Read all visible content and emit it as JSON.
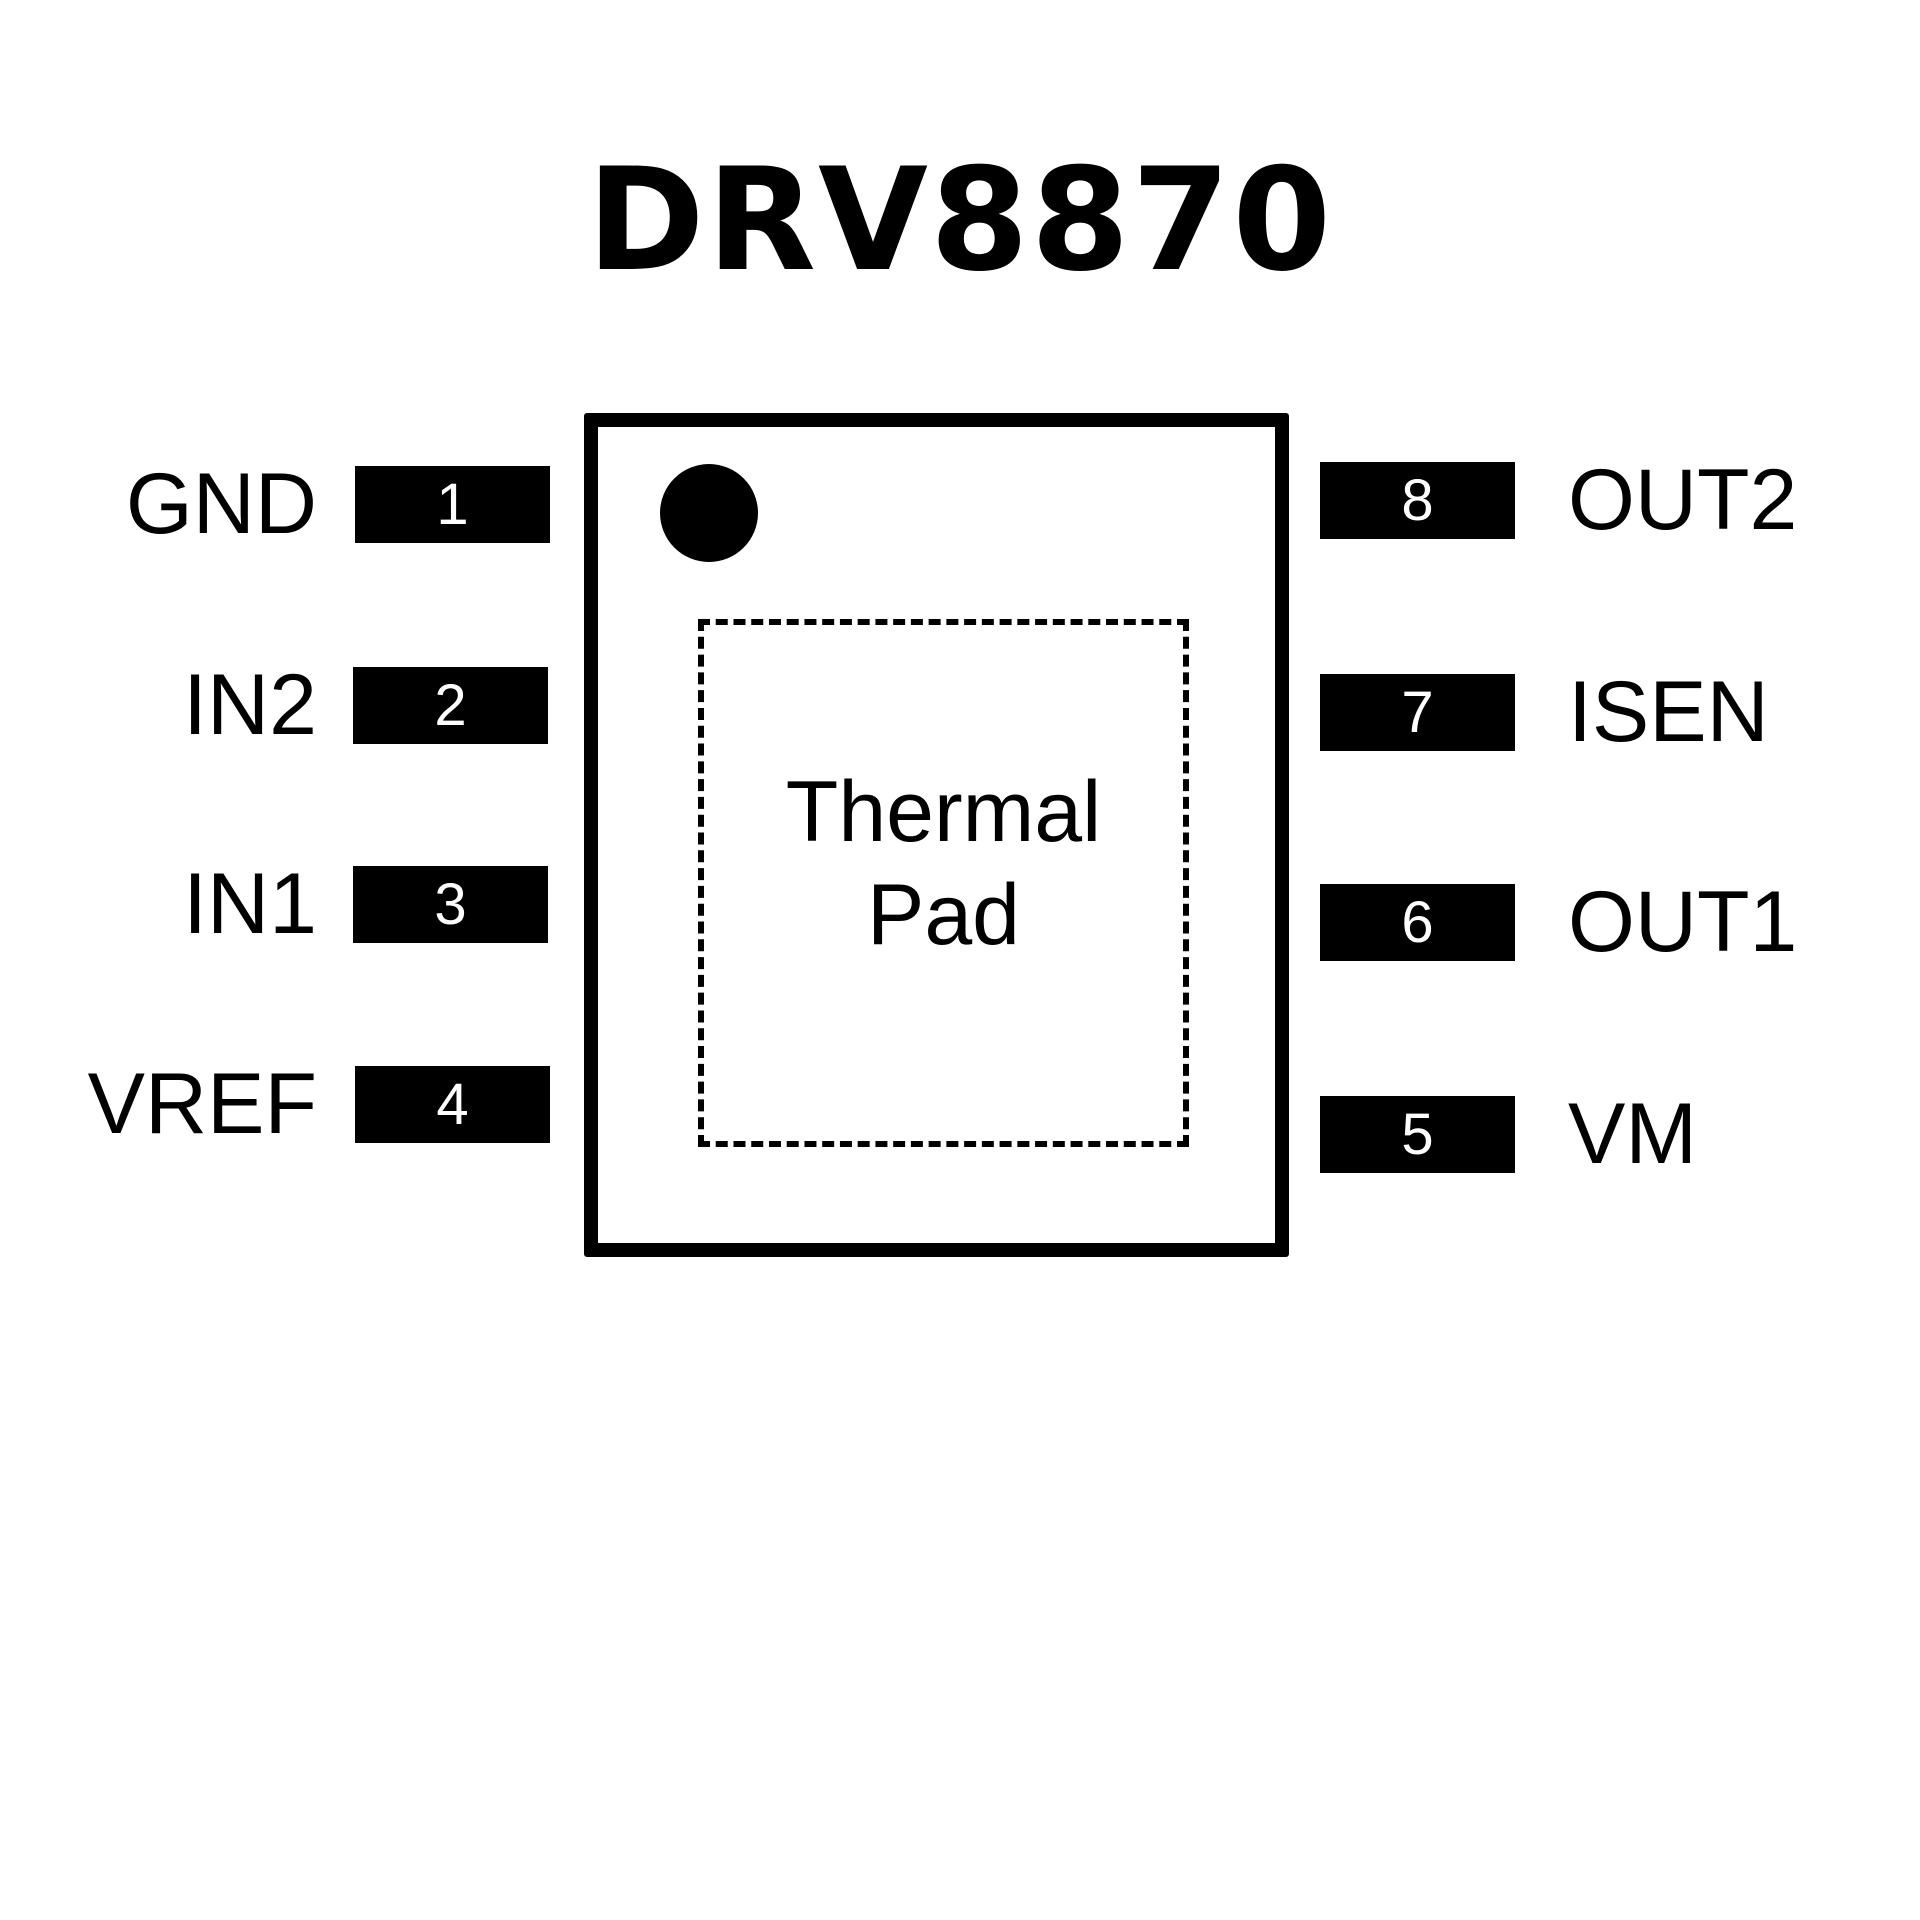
{
  "title": "DRV8870",
  "thermal_pad": {
    "line1": "Thermal",
    "line2": "Pad"
  },
  "pins_left": [
    {
      "number": "1",
      "name": "GND"
    },
    {
      "number": "2",
      "name": "IN2"
    },
    {
      "number": "3",
      "name": "IN1"
    },
    {
      "number": "4",
      "name": "VREF"
    }
  ],
  "pins_right": [
    {
      "number": "8",
      "name": "OUT2"
    },
    {
      "number": "7",
      "name": "ISEN"
    },
    {
      "number": "6",
      "name": "OUT1"
    },
    {
      "number": "5",
      "name": "VM"
    }
  ],
  "colors": {
    "ink": "#000000",
    "background": "#ffffff"
  }
}
